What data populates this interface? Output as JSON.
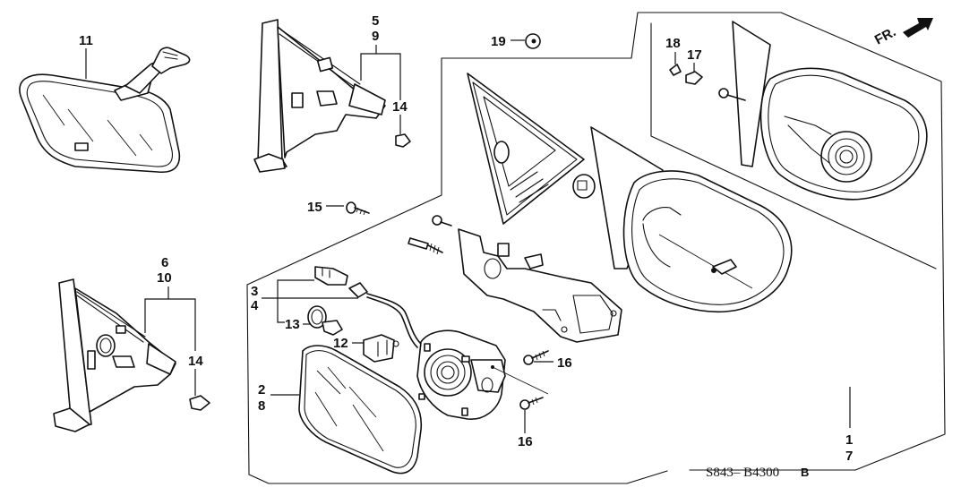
{
  "diagram": {
    "title": "Mirror assembly exploded parts diagram",
    "diagram_code": "S843– B4300",
    "diagram_code_suffix": "B",
    "direction_label": "FR.",
    "direction_icon": "front-arrow-icon"
  },
  "callouts": [
    {
      "id": "c11",
      "label": "11",
      "part": "rearview-mirror"
    },
    {
      "id": "c5",
      "label": "5",
      "part": "garnish-right"
    },
    {
      "id": "c9",
      "label": "9",
      "part": "garnish-right"
    },
    {
      "id": "c14a",
      "label": "14",
      "part": "clip"
    },
    {
      "id": "c6",
      "label": "6",
      "part": "garnish-left"
    },
    {
      "id": "c10",
      "label": "10",
      "part": "garnish-left"
    },
    {
      "id": "c14b",
      "label": "14",
      "part": "clip"
    },
    {
      "id": "c19",
      "label": "19",
      "part": "nut"
    },
    {
      "id": "c18",
      "label": "18",
      "part": "cap"
    },
    {
      "id": "c17",
      "label": "17",
      "part": "knob"
    },
    {
      "id": "c15",
      "label": "15",
      "part": "screw"
    },
    {
      "id": "c3",
      "label": "3",
      "part": "connector"
    },
    {
      "id": "c4",
      "label": "4",
      "part": "harness"
    },
    {
      "id": "c13",
      "label": "13",
      "part": "clamp"
    },
    {
      "id": "c12",
      "label": "12",
      "part": "switch"
    },
    {
      "id": "c2",
      "label": "2",
      "part": "mirror-glass"
    },
    {
      "id": "c8",
      "label": "8",
      "part": "mirror-glass"
    },
    {
      "id": "c16a",
      "label": "16",
      "part": "screw"
    },
    {
      "id": "c16b",
      "label": "16",
      "part": "screw"
    },
    {
      "id": "c1",
      "label": "1",
      "part": "mirror-assembly"
    },
    {
      "id": "c7",
      "label": "7",
      "part": "mirror-assembly"
    }
  ]
}
